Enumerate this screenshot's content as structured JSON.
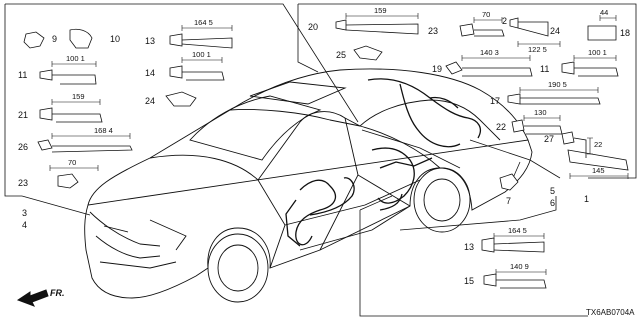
{
  "diagram_code": "TX6AB0704A",
  "front_label": "FR.",
  "callouts": {
    "n1": "1",
    "n2": "2",
    "n3": "3",
    "n4": "4",
    "n5": "5",
    "n6": "6",
    "n7": "7",
    "n9": "9",
    "n10": "10",
    "n11a": "11",
    "n11b": "11",
    "n13a": "13",
    "n13b": "13",
    "n14": "14",
    "n15": "15",
    "n17": "17",
    "n18": "18",
    "n19": "19",
    "n20": "20",
    "n21": "21",
    "n22": "22",
    "n23a": "23",
    "n23b": "23",
    "n24a": "24",
    "n24b": "24",
    "n25": "25",
    "n26": "26",
    "n27": "27"
  },
  "dimensions": {
    "d13_top": "164 5",
    "d11_left": "100 1",
    "d14": "100 1",
    "d21": "159",
    "d26": "168 4",
    "d23_left": "70",
    "d20": "159",
    "d23_right": "70",
    "d2_width": "122 5",
    "d18": "44",
    "d19": "140 3",
    "d11_right": "100 1",
    "d17": "190 5",
    "d22": "130",
    "d27": "22",
    "d1": "145",
    "d13_bottom": "164 5",
    "d15": "140 9"
  }
}
